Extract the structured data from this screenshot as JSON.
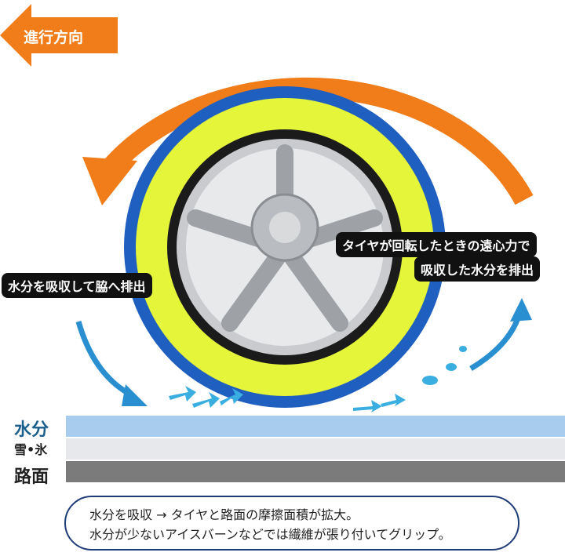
{
  "direction_label": "進行方向",
  "callouts": {
    "left": "水分を吸収して脇へ排出",
    "right_line1": "タイヤが回転したときの遠心力で",
    "right_line2": "吸収した水分を排出"
  },
  "layers": [
    {
      "label": "水分",
      "color": "#a8ccee",
      "label_color": "#1a5e8c"
    },
    {
      "label": "雪•氷",
      "color": "#e6e8ec",
      "label_color": "#222222"
    },
    {
      "label": "路面",
      "color": "#7b7b7b",
      "label_color": "#222222"
    }
  ],
  "note": {
    "line1": "水分を吸収 → タイヤと路面の摩擦面積が拡大。",
    "line2": "水分が少ないアイスバーンなどでは繊維が張り付いてグリップ。"
  },
  "colors": {
    "orange": "#f07d1a",
    "blue_arrow": "#2a8fd0",
    "sock_blue": "#1f5fbf",
    "sock_yellow": "#e5f53a"
  }
}
